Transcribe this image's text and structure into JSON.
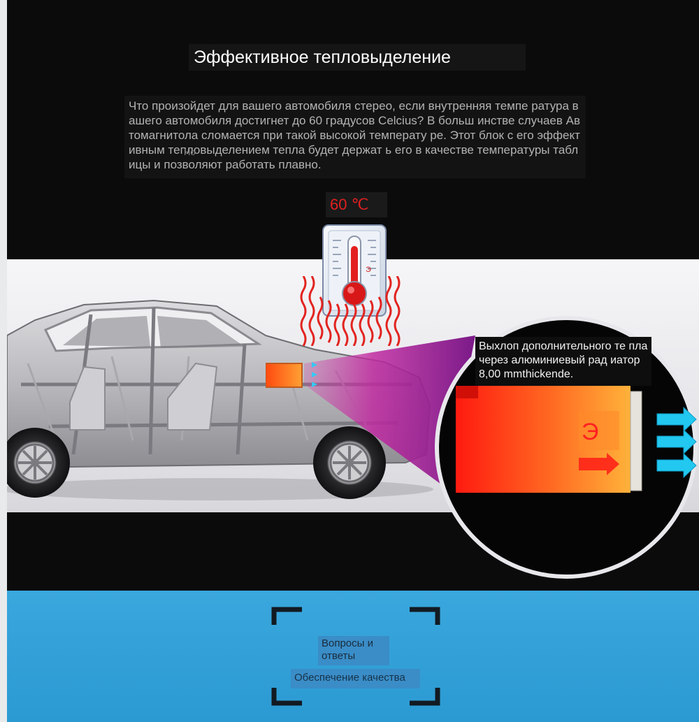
{
  "header": {
    "title": "Эффективное тепловыделение",
    "description": "Что произойдет для вашего автомобиля стерео, если внутренняя темпе ратура вашего автомобиля достигнет до 60 градусов Celcius? В больш инстве случаев Автомагнитола сломается при такой высокой температу ре. Этот блок с его эффективным тепловыделением тепла будет держат ь его в качестве температуры таблицы и позволяют работать плавно.",
    "overlay_mark": "Но"
  },
  "thermometer": {
    "label": "60 ℃",
    "mark": "Э",
    "icon": "thermometer-icon"
  },
  "callout": {
    "text": "Выхлоп дополнительного те пла через алюминиевый рад иатор 8,00 mmthickende.",
    "heat_mark": "Э"
  },
  "footer": {
    "qa_label": "Вопросы и ответы",
    "quality_label": "Обеспечение качества"
  },
  "colors": {
    "background": "#0b0b0c",
    "band": "#efeff2",
    "heat_red": "#ff2a1a",
    "heat_orange": "#ff9a2a",
    "arrow_cyan": "#22c8f0",
    "footer_blue": "#2e9dd4"
  }
}
